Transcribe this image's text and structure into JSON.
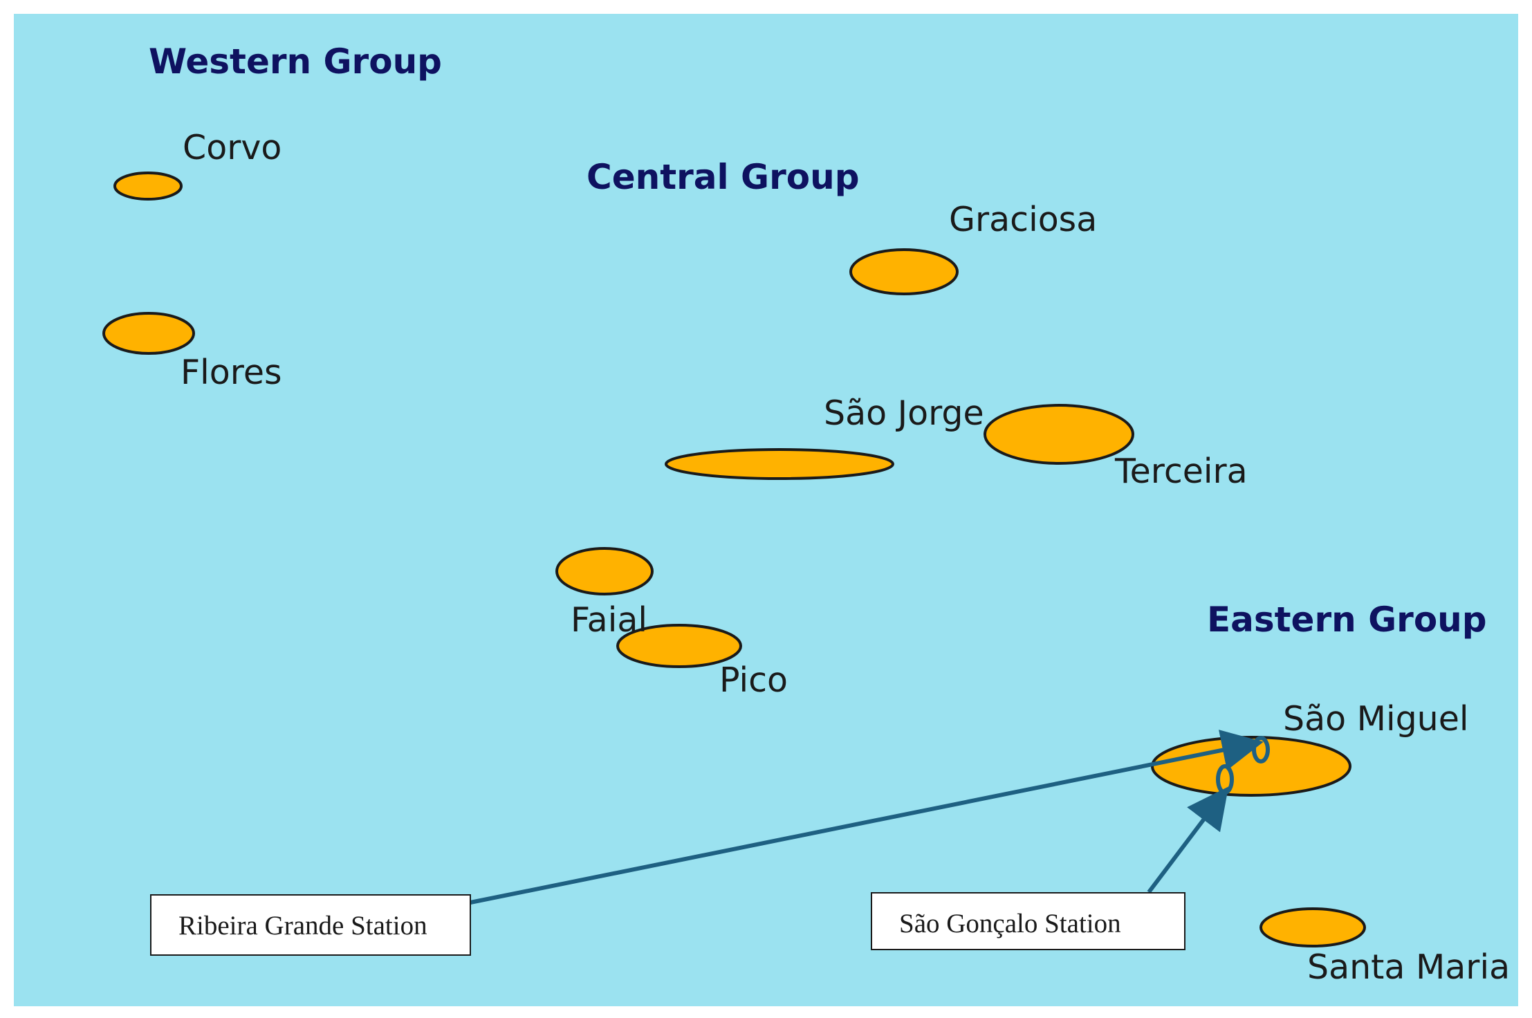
{
  "colors": {
    "sea": "#9be2f0",
    "island_fill": "#ffb200",
    "island_stroke": "#1a1a1a",
    "group_title": "#0e1260",
    "island_text": "#1a1a1a",
    "arrow": "#1e6082",
    "station_box_fill": "#ffffff",
    "station_box_stroke": "#1a1a1a"
  },
  "groups": {
    "western": "Western Group",
    "central": "Central Group",
    "eastern": "Eastern Group"
  },
  "islands": {
    "corvo": "Corvo",
    "flores": "Flores",
    "graciosa": "Graciosa",
    "sao_jorge": "São Jorge",
    "terceira": "Terceira",
    "faial": "Faial",
    "pico": "Pico",
    "sao_miguel": "São Miguel",
    "santa_maria": "Santa Maria"
  },
  "stations": {
    "ribeira_grande": "Ribeira Grande Station",
    "sao_goncalo": "São Gonçalo Station"
  }
}
